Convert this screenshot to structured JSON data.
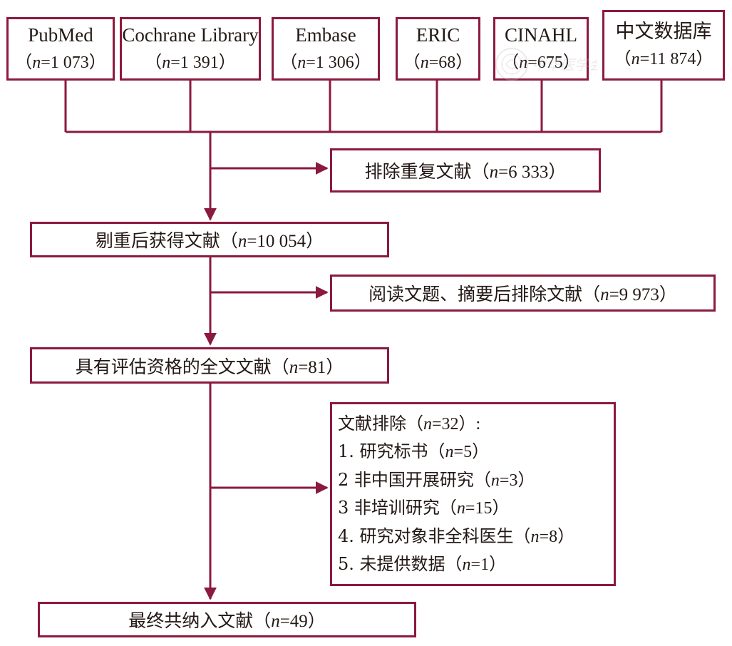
{
  "colors": {
    "border": "#8b1a3e",
    "line": "#8b1a3e",
    "text": "#231815",
    "background": "#ffffff"
  },
  "sources": [
    {
      "name": "PubMed",
      "open": "（",
      "n": "n",
      "eq": "=1 073",
      "close": "）"
    },
    {
      "name": "Cochrane Library",
      "open": "（",
      "n": "n",
      "eq": "=1 391",
      "close": "）"
    },
    {
      "name": "Embase",
      "open": "（",
      "n": "n",
      "eq": "=1 306",
      "close": "）"
    },
    {
      "name": "ERIC",
      "open": "（",
      "n": "n",
      "eq": "=68",
      "close": "）"
    },
    {
      "name": "CINAHL",
      "open": "（",
      "n": "n",
      "eq": "=675",
      "close": "）"
    },
    {
      "name": "中文数据库",
      "open": "（",
      "n": "n",
      "eq": "=11 874",
      "close": "）"
    }
  ],
  "duplicates_removed": {
    "pre": "排除重复文献（",
    "n": "n",
    "post": "=6 333）"
  },
  "after_dedup": {
    "pre": "剔重后获得文献（",
    "n": "n",
    "post": "=10 054）"
  },
  "title_abstract_excluded": {
    "pre": "阅读文题、摘要后排除文献（",
    "n": "n",
    "post": "=9 973）"
  },
  "full_text_assessed": {
    "pre": "具有评估资格的全文文献（",
    "n": "n",
    "post": "=81）"
  },
  "fulltext_excluded": {
    "lines": [
      {
        "pre": "文献排除（",
        "n": "n",
        "post": "=32）:"
      },
      {
        "pre": "1. 研究标书（",
        "n": "n",
        "post": "=5）"
      },
      {
        "pre": "2 非中国开展研究（",
        "n": "n",
        "post": "=3）"
      },
      {
        "pre": "3 非培训研究（",
        "n": "n",
        "post": "=15）"
      },
      {
        "pre": "4. 研究对象非全科医生（",
        "n": "n",
        "post": "=8）"
      },
      {
        "pre": "5. 未提供数据（",
        "n": "n",
        "post": "=1）"
      }
    ]
  },
  "included": {
    "pre": "最终共纳入文献（",
    "n": "n",
    "post": "=49）"
  },
  "watermark": {
    "icon": "journal-seal-icon",
    "text": "中华医学会"
  }
}
